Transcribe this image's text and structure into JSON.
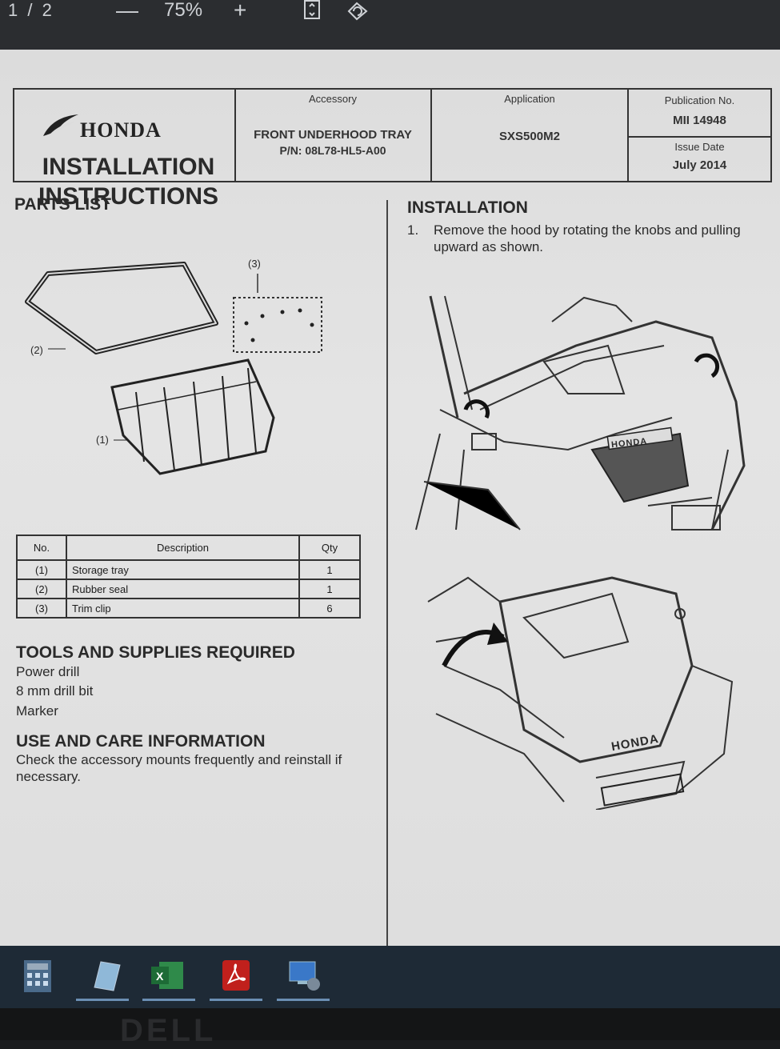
{
  "viewer": {
    "page_indicator": "1 / 2",
    "zoom_out": "—",
    "zoom_level": "75%",
    "zoom_in": "+"
  },
  "header": {
    "brand": "HONDA",
    "title_line1": "INSTALLATION",
    "title_line2": "INSTRUCTIONS",
    "accessory_label": "Accessory",
    "accessory_name": "FRONT UNDERHOOD TRAY",
    "accessory_pn": "P/N: 08L78-HL5-A00",
    "application_label": "Application",
    "application_value": "SXS500M2",
    "publication_label": "Publication No.",
    "publication_value": "MII 14948",
    "issue_date_label": "Issue Date",
    "issue_date_value": "July 2014"
  },
  "parts_list": {
    "heading": "PARTS LIST",
    "callouts": [
      "(1)",
      "(2)",
      "(3)"
    ],
    "table": {
      "headers": [
        "No.",
        "Description",
        "Qty"
      ],
      "rows": [
        {
          "no": "(1)",
          "description": "Storage tray",
          "qty": "1"
        },
        {
          "no": "(2)",
          "description": "Rubber seal",
          "qty": "1"
        },
        {
          "no": "(3)",
          "description": "Trim clip",
          "qty": "6"
        }
      ]
    }
  },
  "tools": {
    "heading": "TOOLS AND SUPPLIES REQUIRED",
    "items": [
      "Power drill",
      "8 mm drill bit",
      "Marker"
    ]
  },
  "care": {
    "heading": "USE AND CARE INFORMATION",
    "line1": "Check the accessory mounts frequently and reinstall if",
    "line2": "necessary."
  },
  "installation": {
    "heading": "INSTALLATION",
    "step1_num": "1.",
    "step1_line1": "Remove the hood by rotating the knobs and pulling",
    "step1_line2": "upward as shown.",
    "grille_badge": "HONDA",
    "hood_badge": "HONDA"
  },
  "taskbar": {
    "apps": [
      "calculator-app",
      "notepad-app",
      "excel-app",
      "acrobat-app",
      "remote-desktop-app"
    ]
  },
  "bezel": {
    "brand": "DELL"
  }
}
